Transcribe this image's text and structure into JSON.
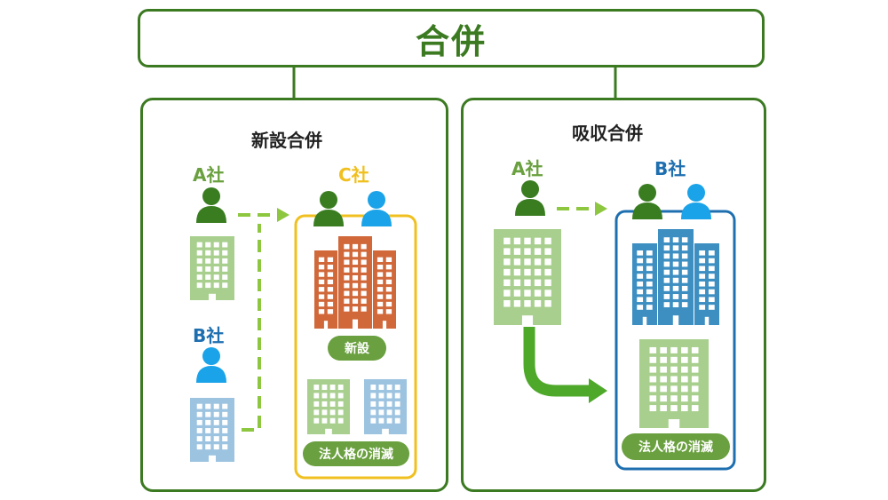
{
  "title": "合併",
  "new_merger": {
    "heading": "新設合併",
    "company_a": "A社",
    "company_b": "B社",
    "company_c": "C社",
    "new_label": "新設",
    "extinct_label": "法人格の消滅"
  },
  "absorption_merger": {
    "heading": "吸収合併",
    "company_a": "A社",
    "company_b": "B社",
    "extinct_label": "法人格の消滅"
  },
  "colors": {
    "frame_green": "#3c7a22",
    "dark_green_person": "#3a7d21",
    "light_green_building": "#a8cf8e",
    "light_blue_building": "#9cc3e0",
    "blue_person": "#1aa3e8",
    "orange_building": "#d0683a",
    "blue_building": "#3d8fc2",
    "yellow_border": "#f0c020",
    "blue_border": "#1e6fb0",
    "arrow_green": "#8dc63f",
    "arrow_dark_green": "#4ea82a"
  }
}
